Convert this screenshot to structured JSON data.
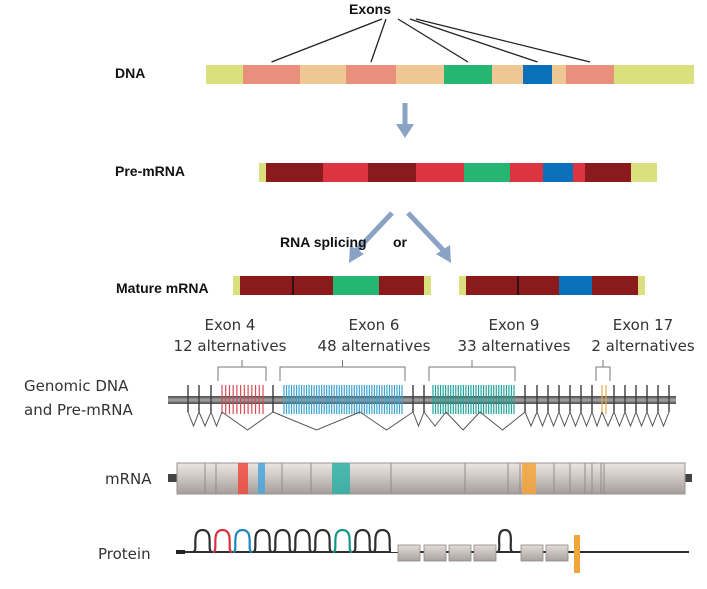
{
  "top_panel": {
    "exons_label": "Exons",
    "dna_label": "DNA",
    "premrna_label": "Pre-mRNA",
    "splicing_label": "RNA splicing",
    "or_label": "or",
    "mature_label": "Mature mRNA",
    "colors": {
      "utr": "#dbe07e",
      "salmon": "#e8907c",
      "beige": "#efc792",
      "green": "#27b573",
      "blue": "#0a70b9",
      "darkred": "#8a1a1c",
      "red": "#dd3441",
      "arrow": "#8aa3c4"
    },
    "dna_segments": [
      {
        "type": "utr",
        "len": 37
      },
      {
        "type": "salmon",
        "len": 57
      },
      {
        "type": "beige",
        "len": 46
      },
      {
        "type": "salmon",
        "len": 50
      },
      {
        "type": "beige",
        "len": 48
      },
      {
        "type": "green",
        "len": 48
      },
      {
        "type": "beige",
        "len": 31
      },
      {
        "type": "blue",
        "len": 29
      },
      {
        "type": "beige",
        "len": 14
      },
      {
        "type": "salmon",
        "len": 48
      },
      {
        "type": "utr",
        "len": 80
      }
    ],
    "premrna_segments": [
      {
        "type": "utr",
        "len": 7
      },
      {
        "type": "darkred",
        "len": 57
      },
      {
        "type": "red",
        "len": 45
      },
      {
        "type": "darkred",
        "len": 48
      },
      {
        "type": "red",
        "len": 48
      },
      {
        "type": "green",
        "len": 46
      },
      {
        "type": "red",
        "len": 33
      },
      {
        "type": "blue",
        "len": 30
      },
      {
        "type": "red",
        "len": 12
      },
      {
        "type": "darkred",
        "len": 46
      },
      {
        "type": "utr",
        "len": 26
      }
    ],
    "mature_a_segments": [
      {
        "type": "utr",
        "len": 7
      },
      {
        "type": "darkred",
        "len": 53
      },
      {
        "type": "darkred",
        "len": 40
      },
      {
        "type": "green",
        "len": 46
      },
      {
        "type": "darkred",
        "len": 45
      },
      {
        "type": "utr",
        "len": 7
      }
    ],
    "mature_b_segments": [
      {
        "type": "utr",
        "len": 7
      },
      {
        "type": "darkred",
        "len": 52
      },
      {
        "type": "darkred",
        "len": 41
      },
      {
        "type": "blue",
        "len": 33
      },
      {
        "type": "darkred",
        "len": 46
      },
      {
        "type": "utr",
        "len": 7
      }
    ]
  },
  "bottom_panel": {
    "genomic_label_line1": "Genomic DNA",
    "genomic_label_line2": "and Pre-mRNA",
    "mrna_label": "mRNA",
    "protein_label": "Protein",
    "exon_groups": [
      {
        "name": "Exon 4",
        "alternatives": "12 alternatives",
        "count": 12,
        "color": "#d94a55"
      },
      {
        "name": "Exon 6",
        "alternatives": "48 alternatives",
        "count": 48,
        "color": "#3aa3cf"
      },
      {
        "name": "Exon 9",
        "alternatives": "33 alternatives",
        "count": 33,
        "color": "#1fa59a"
      },
      {
        "name": "Exon 17",
        "alternatives": "2 alternatives",
        "count": 2,
        "color": "#e3a94a"
      }
    ],
    "colors": {
      "backbone": "#6e6e6e",
      "constitutive": "#3c3c3c",
      "mrna_body": "#cbc3c0",
      "mrna_red": "#ef4b3d",
      "mrna_blue": "#4aa5dc",
      "mrna_teal": "#2fb2a6",
      "mrna_orange": "#f6a53b",
      "protein_line": "#2f2f2f",
      "protein_box": "#bdb6b3",
      "loop_red": "#d8323f",
      "loop_blue": "#1c86bf",
      "loop_teal": "#17958a",
      "tm_orange": "#f2a53a"
    },
    "protein_loops": [
      "black",
      "red",
      "blue",
      "black",
      "black",
      "black",
      "black",
      "teal",
      "black",
      "black"
    ]
  }
}
